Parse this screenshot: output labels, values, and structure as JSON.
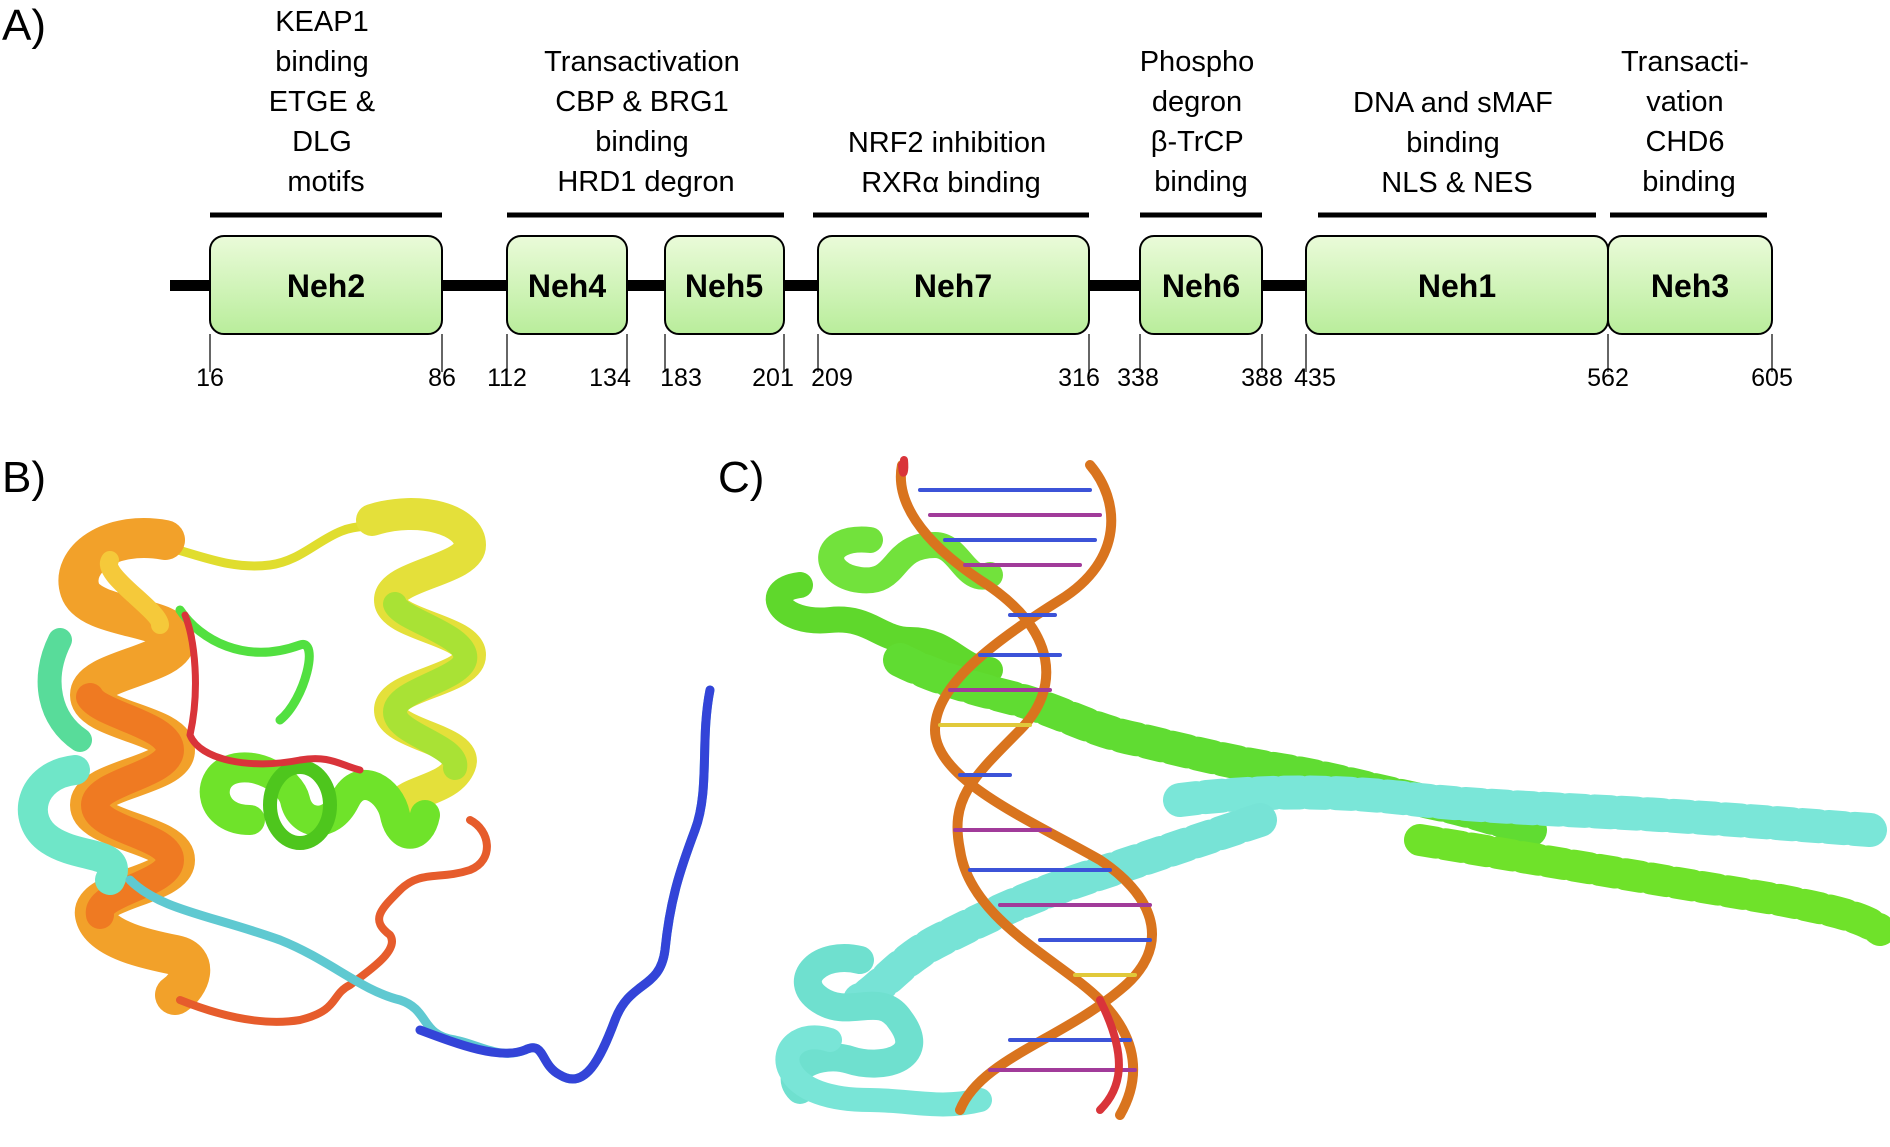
{
  "panels": {
    "a": "A)",
    "b": "B)",
    "c": "C)"
  },
  "domains": [
    {
      "name": "Neh2",
      "start": "16",
      "end": "86",
      "function_lines": [
        "KEAP1",
        "binding",
        "ETGE &",
        "DLG",
        "motifs"
      ]
    },
    {
      "name": "Neh4",
      "start": "112",
      "end": "134"
    },
    {
      "name": "Neh5",
      "start": "183",
      "end": "201"
    },
    {
      "name": "Neh7",
      "start": "209",
      "end": "316",
      "function_lines": [
        "NRF2 inhibition",
        "RXRα binding"
      ]
    },
    {
      "name": "Neh6",
      "start": "338",
      "end": "388",
      "function_lines": [
        "Phospho",
        "degron",
        "β-TrCP",
        "binding"
      ]
    },
    {
      "name": "Neh1",
      "start": "435",
      "end": "562",
      "function_lines": [
        "DNA and sMAF",
        "binding",
        "NLS & NES"
      ]
    },
    {
      "name": "Neh3",
      "start": "562",
      "end": "605",
      "function_lines": [
        "Transacti-",
        "vation",
        "CHD6",
        "binding"
      ]
    }
  ],
  "shared_functions": [
    {
      "domains": "Neh4 + Neh5",
      "function_lines": [
        "Transactivation",
        "CBP & BRG1",
        "binding",
        "HRD1 degron"
      ]
    }
  ],
  "colors": {
    "box_fill_top": "#eafbd9",
    "box_fill_bottom": "#bff0a3",
    "backbone": "#000000",
    "structure_red": "#d9343a",
    "structure_orange": "#ef7a22",
    "structure_yellow": "#e3e233",
    "structure_green": "#6fe32a",
    "structure_cyan": "#6fe6d3",
    "structure_blue": "#3344d8",
    "dna_backbone": "#d9741e",
    "dna_base_blue": "#3c53d8",
    "dna_base_purple": "#a13b9a"
  }
}
